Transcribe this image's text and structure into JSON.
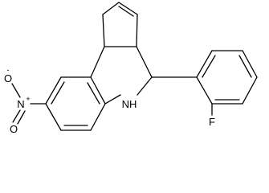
{
  "molecule": {
    "atoms": {
      "nitrogen_nitro": "N",
      "nitrogen_nitro_charge": "+",
      "oxygen_top": "O",
      "oxygen_top_charge": "-",
      "oxygen_bottom": "O",
      "amine": "NH",
      "fluorine": "F"
    }
  }
}
